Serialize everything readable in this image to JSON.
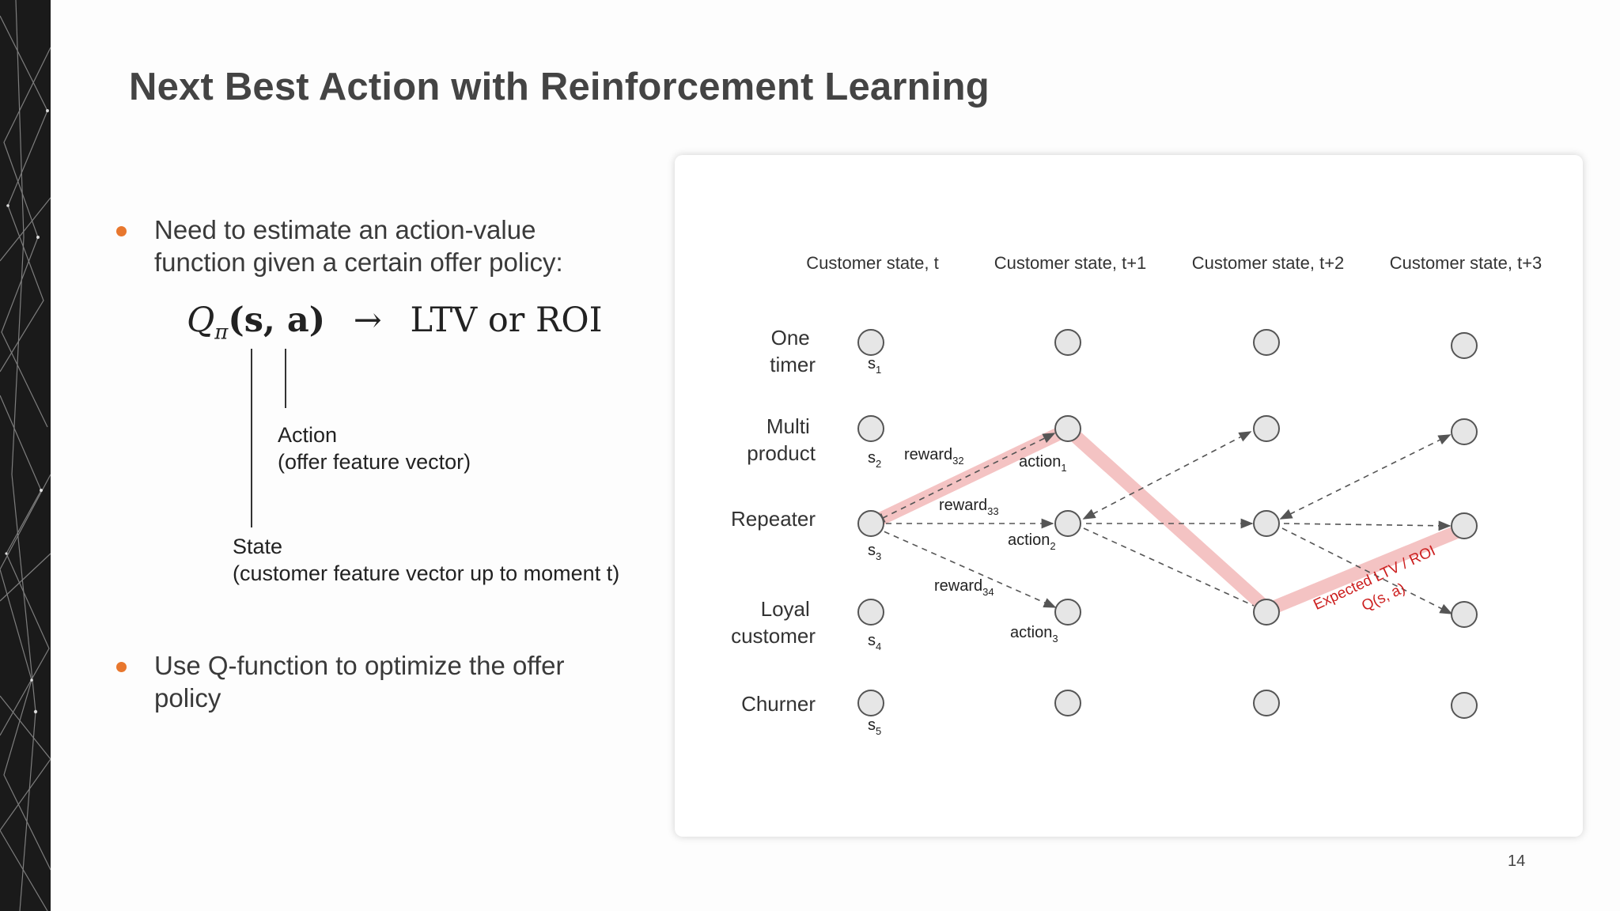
{
  "title": "Next Best Action with Reinforcement Learning",
  "bullets": [
    {
      "lines": [
        "Need to estimate an action-value",
        "function given a certain offer policy:"
      ]
    },
    {
      "lines": [
        "Use Q-function to optimize the offer",
        "policy"
      ]
    }
  ],
  "formula": {
    "q": "Q",
    "pi": "π",
    "args": "(s, a)",
    "arrow": "→",
    "target": "LTV or ROI"
  },
  "annotations": {
    "action_title": "Action",
    "action_desc": "(offer feature vector)",
    "state_title": "State",
    "state_desc": "(customer feature vector up to moment t)"
  },
  "diagram": {
    "columns": [
      "Customer state, t",
      "Customer state, t+1",
      "Customer state, t+2",
      "Customer state, t+3"
    ],
    "rows": [
      {
        "lines": [
          "One",
          "timer"
        ],
        "state": "s",
        "sub": "1"
      },
      {
        "lines": [
          "Multi",
          "product"
        ],
        "state": "s",
        "sub": "2"
      },
      {
        "lines": [
          "Repeater"
        ],
        "state": "s",
        "sub": "3"
      },
      {
        "lines": [
          "Loyal",
          "customer"
        ],
        "state": "s",
        "sub": "4"
      },
      {
        "lines": [
          "Churner"
        ],
        "state": "s",
        "sub": "5"
      }
    ],
    "rewards": [
      {
        "label": "reward",
        "sub": "32"
      },
      {
        "label": "reward",
        "sub": "33"
      },
      {
        "label": "reward",
        "sub": "34"
      }
    ],
    "actions": [
      {
        "label": "action",
        "sub": "1"
      },
      {
        "label": "action",
        "sub": "2"
      },
      {
        "label": "action",
        "sub": "3"
      }
    ],
    "expected_line1": "Expected LTV / ROI",
    "expected_line2": "Q(s, a)"
  },
  "page_number": "14",
  "colors": {
    "accent": "#e8772e",
    "title": "#444444",
    "highlight_path": "#f2b8b8",
    "expected_text": "#cc1f1f",
    "node_fill": "#e6e6e6"
  }
}
